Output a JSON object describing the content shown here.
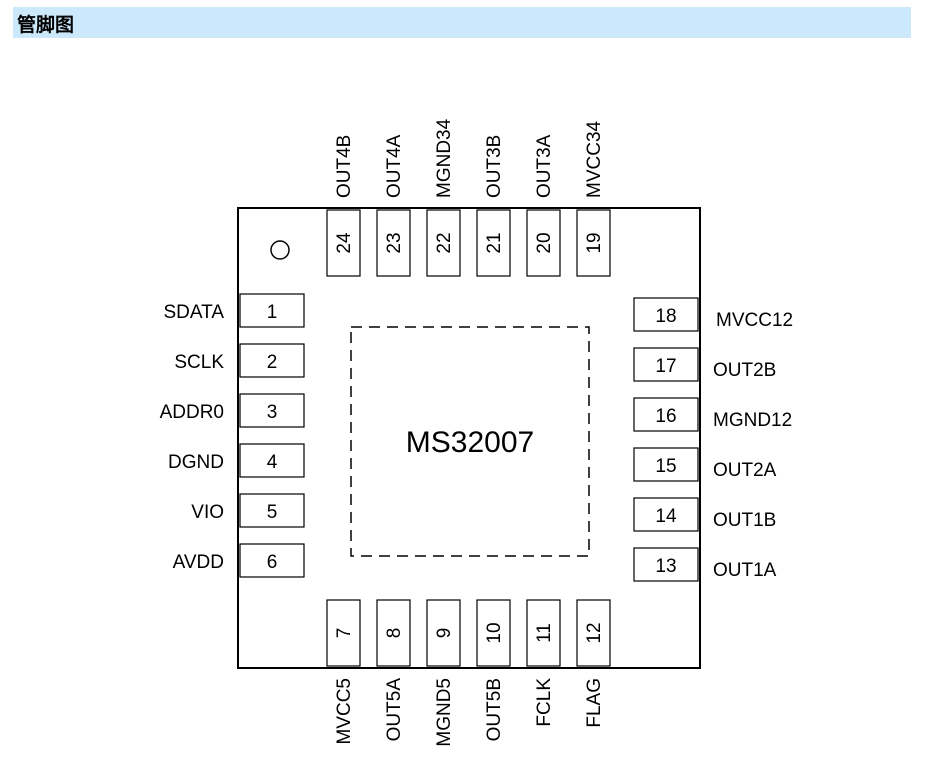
{
  "section": {
    "title": "管脚图"
  },
  "chip": {
    "name": "MS32007"
  },
  "pins": {
    "left": [
      {
        "number": "1",
        "name": "SDATA"
      },
      {
        "number": "2",
        "name": "SCLK"
      },
      {
        "number": "3",
        "name": "ADDR0"
      },
      {
        "number": "4",
        "name": "DGND"
      },
      {
        "number": "5",
        "name": "VIO"
      },
      {
        "number": "6",
        "name": "AVDD"
      }
    ],
    "bottom": [
      {
        "number": "7",
        "name": "MVCC5"
      },
      {
        "number": "8",
        "name": "OUT5A"
      },
      {
        "number": "9",
        "name": "MGND5"
      },
      {
        "number": "10",
        "name": "OUT5B"
      },
      {
        "number": "11",
        "name": "FCLK"
      },
      {
        "number": "12",
        "name": "FLAG"
      }
    ],
    "right": [
      {
        "number": "18",
        "name": "MVCC12"
      },
      {
        "number": "17",
        "name": "OUT2B"
      },
      {
        "number": "16",
        "name": "MGND12"
      },
      {
        "number": "15",
        "name": "OUT2A"
      },
      {
        "number": "14",
        "name": "OUT1B"
      },
      {
        "number": "13",
        "name": "OUT1A"
      }
    ],
    "top": [
      {
        "number": "24",
        "name": "OUT4B"
      },
      {
        "number": "23",
        "name": "OUT4A"
      },
      {
        "number": "22",
        "name": "MGND34"
      },
      {
        "number": "21",
        "name": "OUT3B"
      },
      {
        "number": "20",
        "name": "OUT3A"
      },
      {
        "number": "19",
        "name": "MVCC34"
      }
    ]
  }
}
